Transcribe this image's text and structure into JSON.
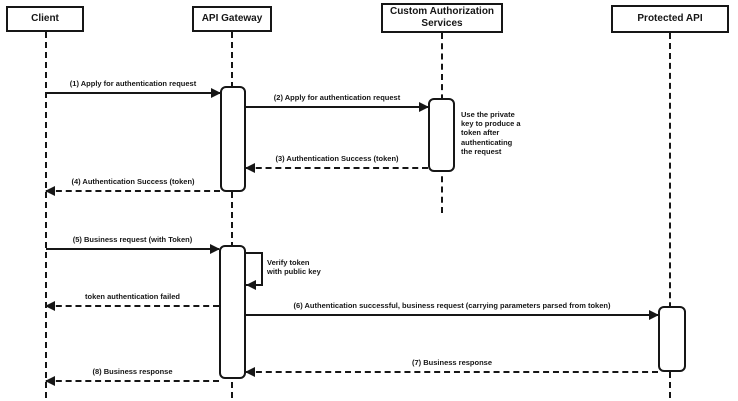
{
  "diagram": {
    "type": "sequence",
    "background": "#ffffff",
    "line_color": "#161616",
    "box_fill": "#ffffff",
    "actors": [
      {
        "id": "client",
        "label": "Client"
      },
      {
        "id": "api-gateway",
        "label": "API Gateway"
      },
      {
        "id": "custom-authorization-services",
        "label": "Custom Authorization Services"
      },
      {
        "id": "protected-api",
        "label": "Protected API"
      }
    ],
    "messages": [
      {
        "label": "(1) Apply for authentication request",
        "from": "Client",
        "to": "API Gateway",
        "line": "solid"
      },
      {
        "label": "(2) Apply for authentication request",
        "from": "API Gateway",
        "to": "Custom Authorization Services",
        "line": "solid"
      },
      {
        "label": "(3) Authentication Success (token)",
        "from": "Custom Authorization Services",
        "to": "API Gateway",
        "line": "dashed"
      },
      {
        "label": "(4) Authentication Success (token)",
        "from": "API Gateway",
        "to": "Client",
        "line": "dashed"
      },
      {
        "label": "(5) Business request (with Token)",
        "from": "Client",
        "to": "API Gateway",
        "line": "solid"
      },
      {
        "label": "Verify token with public key",
        "lines": [
          "Verify token",
          "with public key"
        ],
        "from": "API Gateway",
        "to": "API Gateway",
        "line": "self"
      },
      {
        "label": "token authentication failed",
        "from": "API Gateway",
        "to": "Client",
        "line": "dashed"
      },
      {
        "label": "(6) Authentication successful, business request (carrying parameters parsed from token)",
        "from": "API Gateway",
        "to": "Protected API",
        "line": "solid"
      },
      {
        "label": "(7) Business response",
        "from": "Protected API",
        "to": "API Gateway",
        "line": "dashed"
      },
      {
        "label": "(8) Business response",
        "from": "API Gateway",
        "to": "Client",
        "line": "dashed"
      }
    ],
    "note": {
      "attached_to": "Custom Authorization Services",
      "lines": [
        "Use the private",
        "key to produce a",
        "token after",
        "authenticating",
        "the request"
      ]
    }
  }
}
